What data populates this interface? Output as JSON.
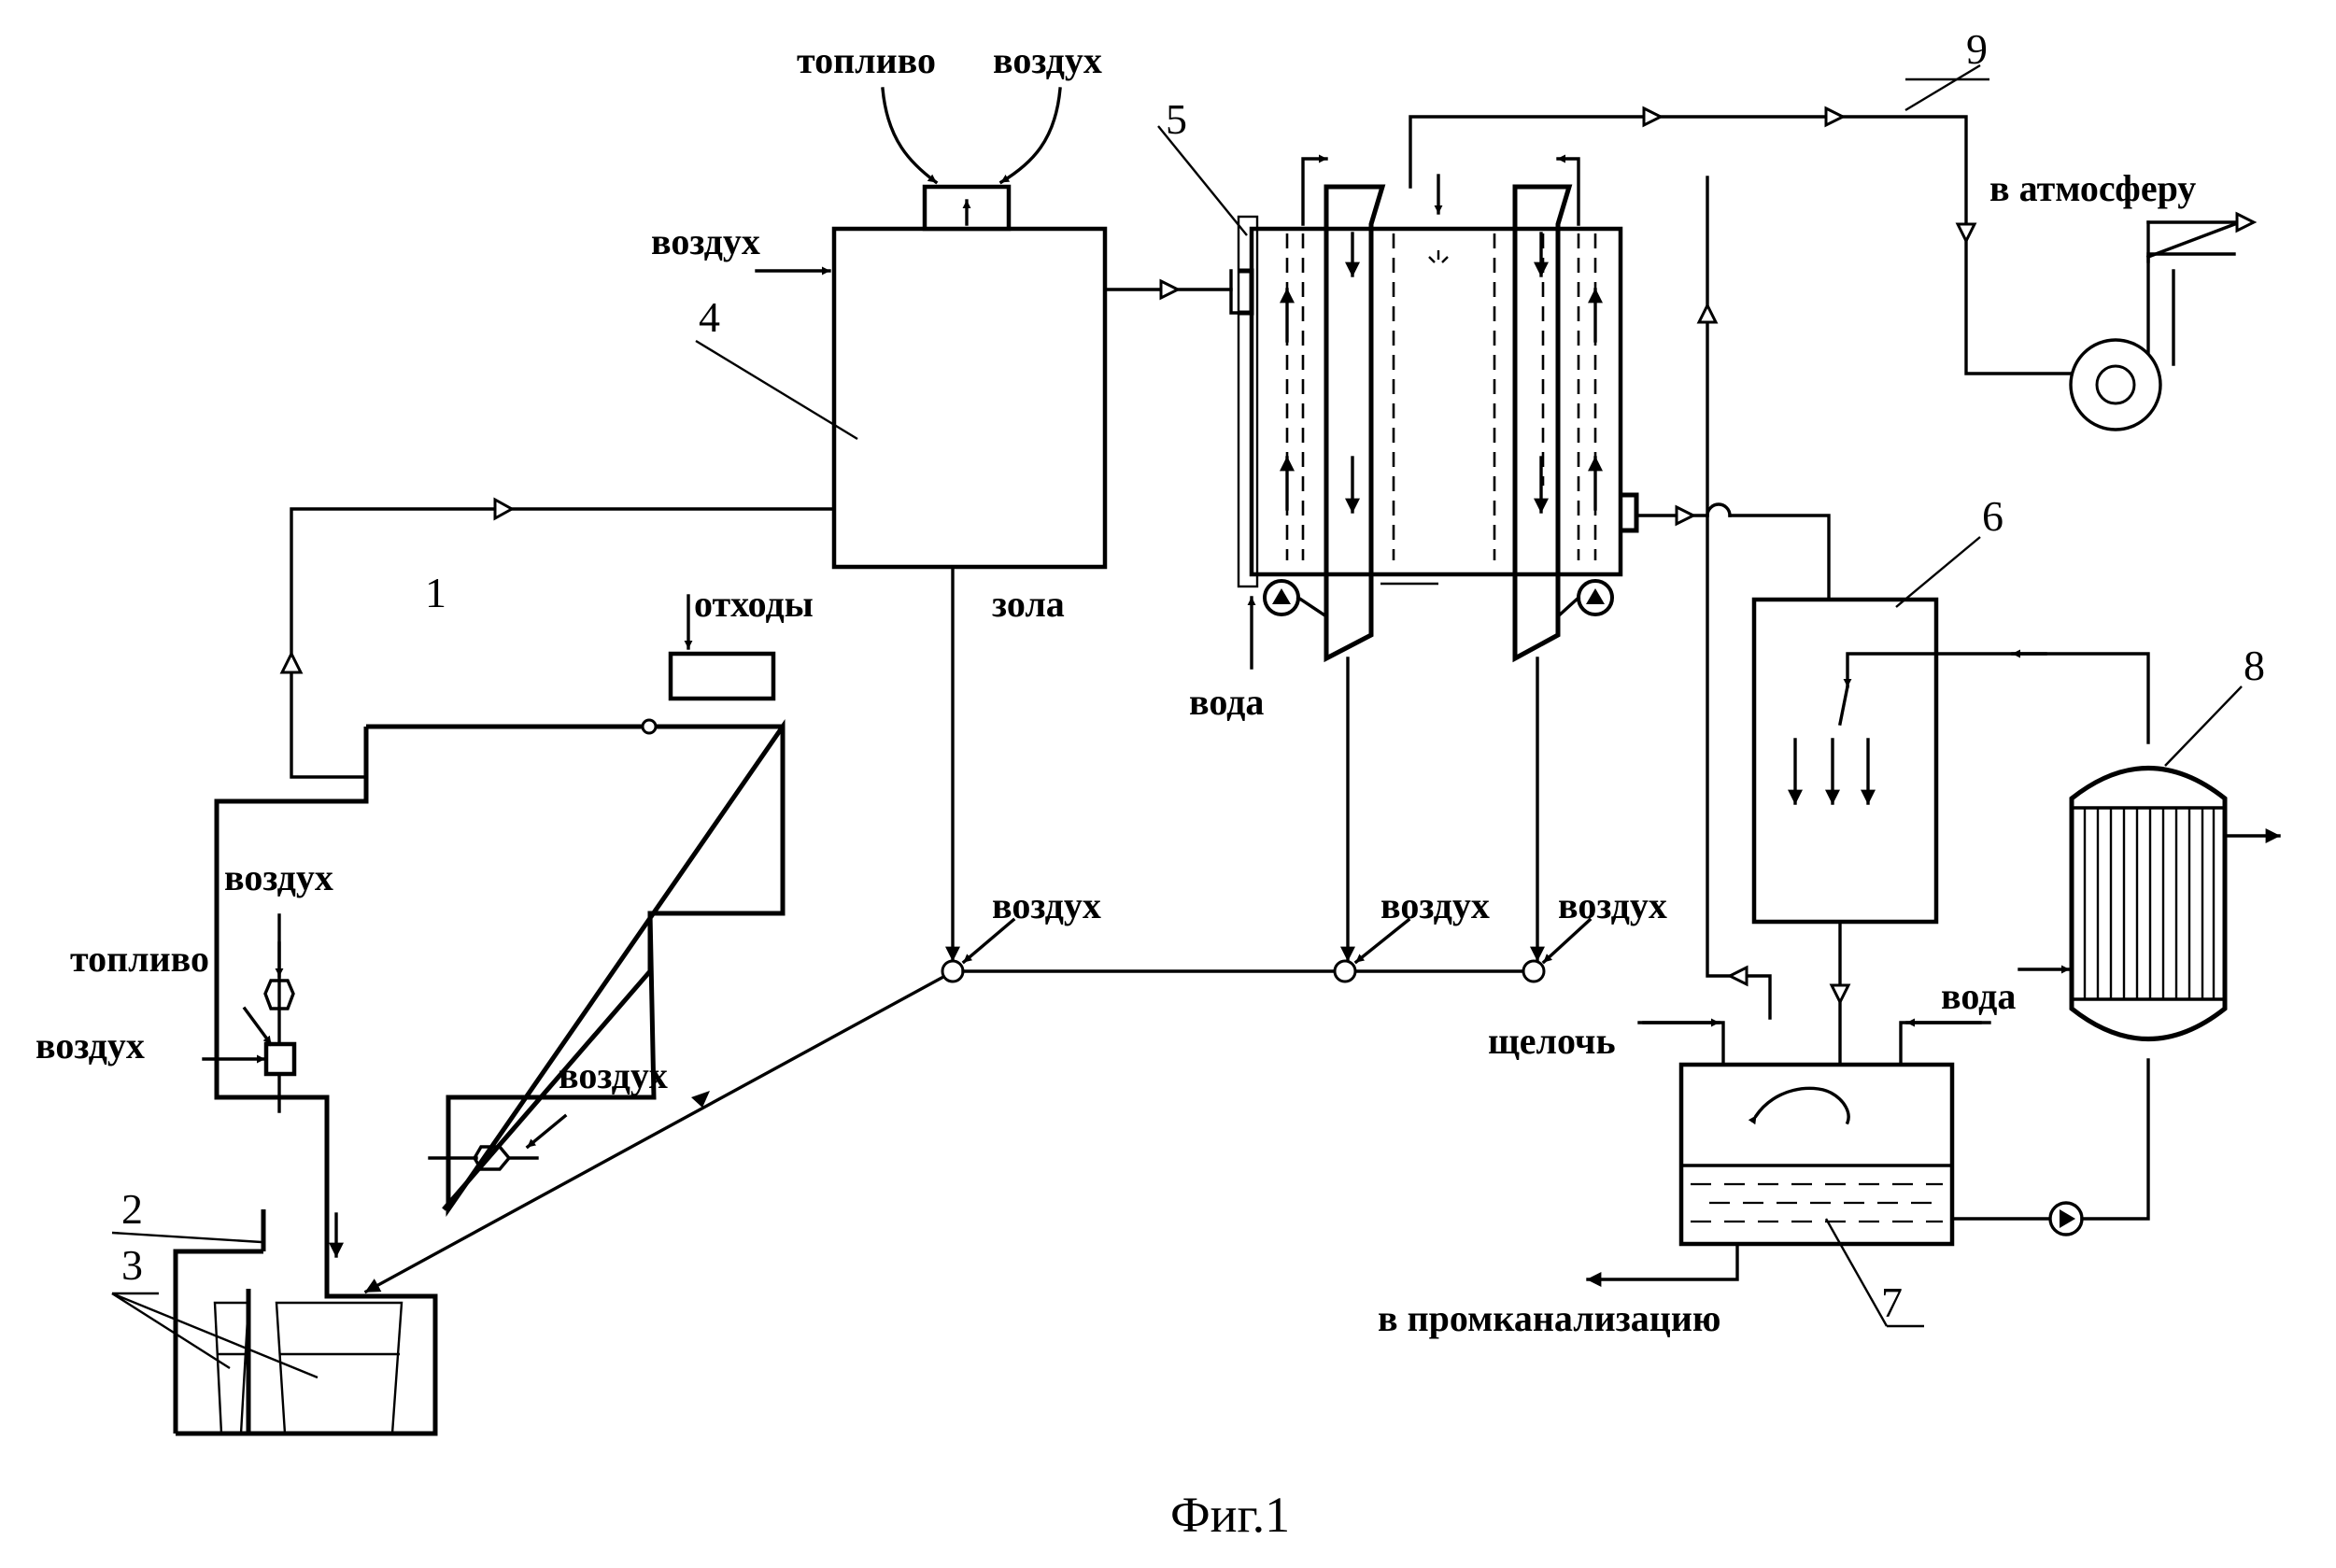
{
  "caption": "Фиг.1",
  "components": {
    "furnace": "1",
    "outlet": "2",
    "ash_bins": "3",
    "afterburner": "4",
    "heat_exchanger": "5",
    "scrubber": "6",
    "alkali_tank": "7",
    "cooler": "8",
    "exhaust_line": "9"
  },
  "labels": {
    "fuel_top": "топливо",
    "air_top": "воздух",
    "air_left_4": "воздух",
    "ash": "зола",
    "waste": "отходы",
    "air_burner_top": "воздух",
    "fuel_burner": "топливо",
    "air_burner_left": "воздух",
    "air_burner_right": "воздух",
    "air_ash_line": "воздух",
    "air_ex1": "воздух",
    "air_ex2": "воздух",
    "water_5": "вода",
    "to_atmosphere": "в атмосферу",
    "alkali": "щелочь",
    "water_8": "вода",
    "to_sewer": "в промканализацию"
  }
}
